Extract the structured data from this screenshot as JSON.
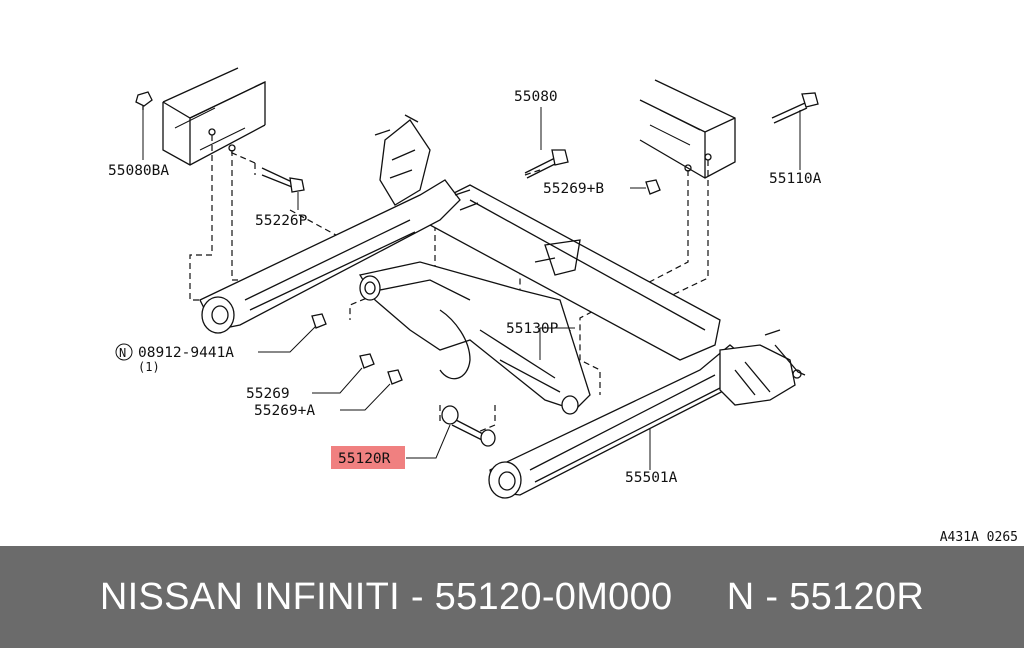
{
  "diagram": {
    "code": "A431A 0265",
    "labels": {
      "p55080": "55080",
      "p55080ba": "55080BA",
      "p55226p": "55226P",
      "p55269b": "55269+B",
      "p55110a": "55110A",
      "p08912": "08912-9441A",
      "p08912_qty": "(1)",
      "p08912_mark": "N",
      "p55130p": "55130P",
      "p55269": "55269",
      "p55269a": "55269+A",
      "p55120r": "55120R",
      "p55501a": "55501A"
    },
    "highlight_color": "#f08080"
  },
  "footer": {
    "text": "NISSAN INFINITI - 55120-0M000     N - 55120R"
  }
}
